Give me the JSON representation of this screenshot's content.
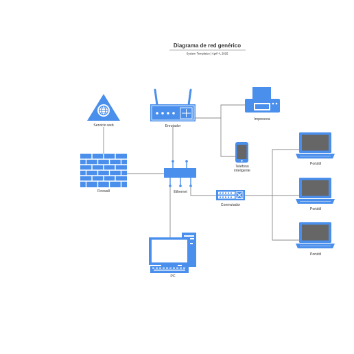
{
  "header": {
    "title": "Diagrama de red genérico",
    "subtitle": "System Templates  |  April 4, 2025"
  },
  "colors": {
    "device": "#4a8fec",
    "device_dark": "#2f74d8",
    "screen": "#666666",
    "line": "#8a8a8a",
    "white": "#ffffff"
  },
  "nodes": {
    "web_service": "Servicio web",
    "router": "Enrutador",
    "printer": "Impresora",
    "phone_line1": "Teléfono",
    "phone_line2": "inteligente",
    "firewall": "Firewall",
    "ethernet": "Ethernet",
    "switch": "Conmutador",
    "laptop_1": "Portátil",
    "laptop_2": "Portátil",
    "laptop_3": "Portátil",
    "pc": "PC"
  },
  "icons": [
    "globe-icon",
    "router-icon",
    "printer-icon",
    "smartphone-icon",
    "firewall-icon",
    "hub-icon",
    "switch-icon",
    "laptop-icon",
    "desktop-pc-icon"
  ]
}
